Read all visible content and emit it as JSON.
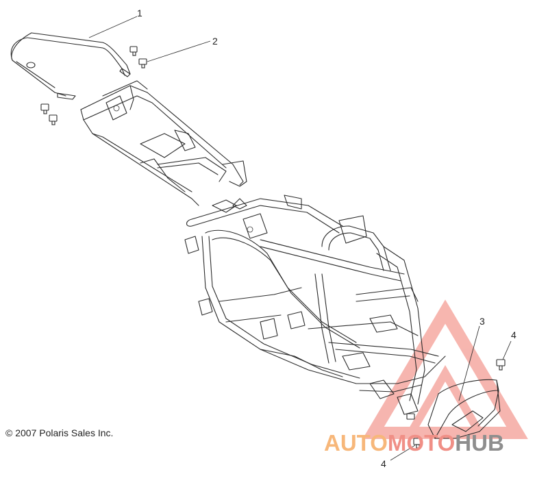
{
  "callouts": [
    {
      "label": "1"
    },
    {
      "label": "2"
    },
    {
      "label": "3"
    },
    {
      "label": "4"
    },
    {
      "label": "4"
    }
  ],
  "copyright": "© 2007 Polaris Sales Inc.",
  "watermark": {
    "part1": "AUTO",
    "part2": "MOTO",
    "part3": "HUB",
    "colors": {
      "triangle": "#f07a6e",
      "auto": "#f7b77a",
      "moto": "#f08f86",
      "hub": "#8e8e8e"
    }
  }
}
